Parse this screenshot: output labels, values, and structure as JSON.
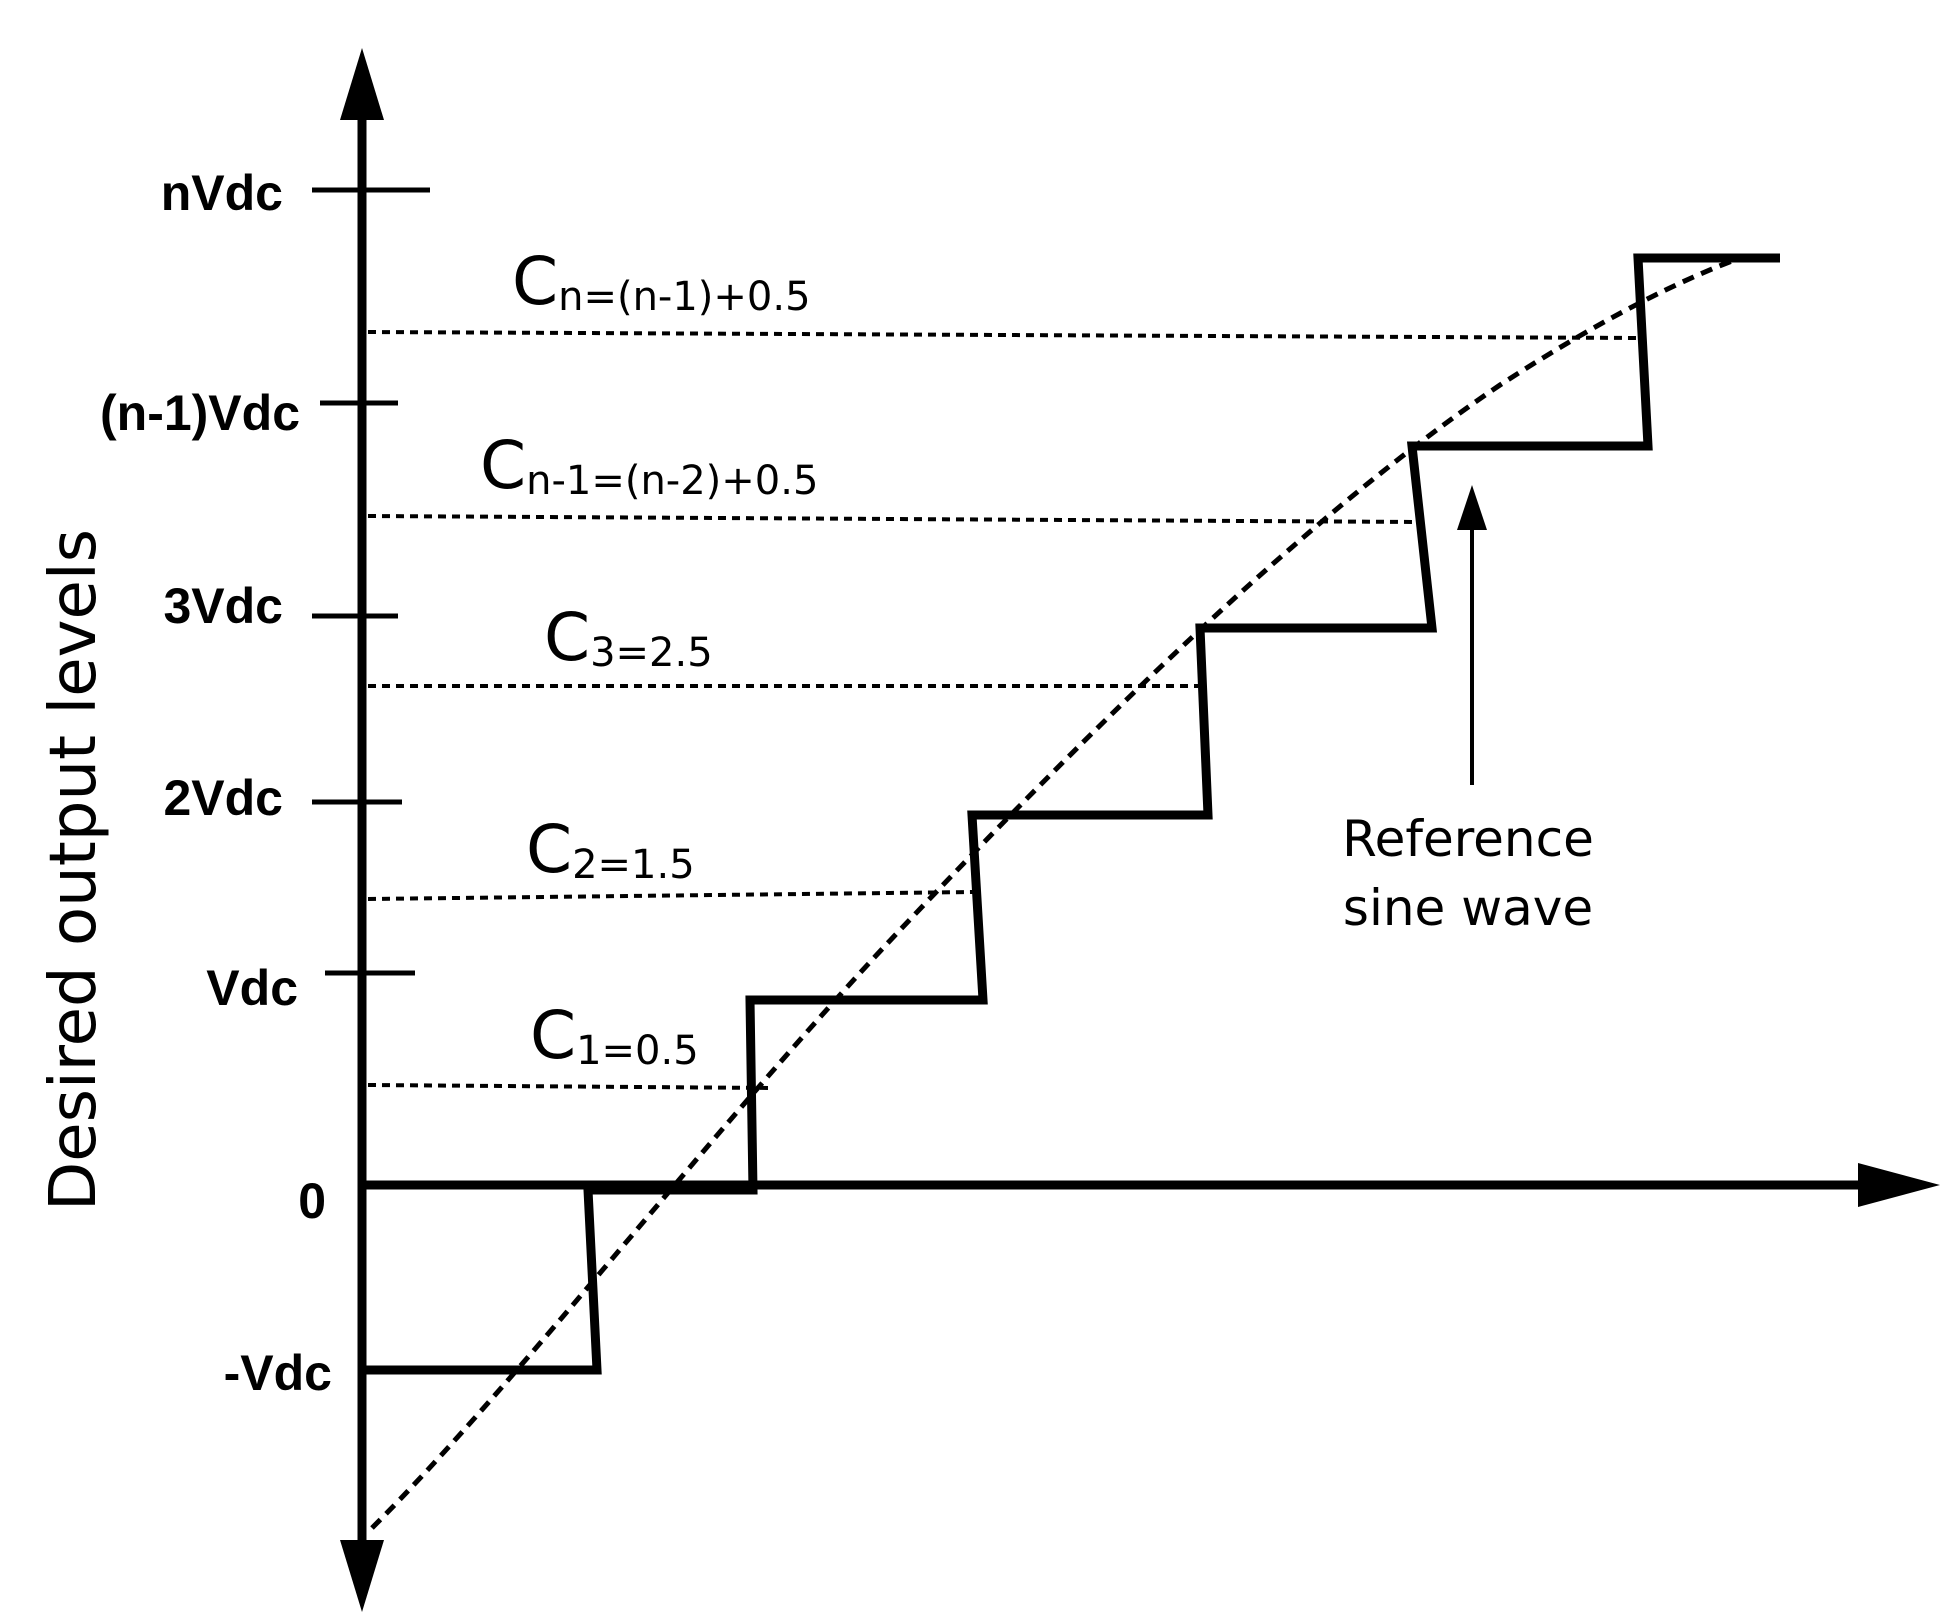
{
  "y_axis_label": "Desired output levels",
  "levels": [
    {
      "label": "nVdc"
    },
    {
      "label": "(n-1)Vdc"
    },
    {
      "label": "3Vdc"
    },
    {
      "label": "2Vdc"
    },
    {
      "label": "Vdc"
    },
    {
      "label": "0"
    },
    {
      "label": "-Vdc"
    }
  ],
  "thresholds": [
    {
      "main": "C",
      "sub": "n=(n-1)+0.5"
    },
    {
      "main": "C",
      "sub": "n-1=(n-2)+0.5"
    },
    {
      "main": "C",
      "sub": "3=2.5"
    },
    {
      "main": "C",
      "sub": "2=1.5"
    },
    {
      "main": "C",
      "sub": "1=0.5"
    }
  ],
  "reference": {
    "line1": "Reference",
    "line2": "sine wave"
  },
  "colors": {
    "stroke": "#000000",
    "background": "#ffffff"
  }
}
